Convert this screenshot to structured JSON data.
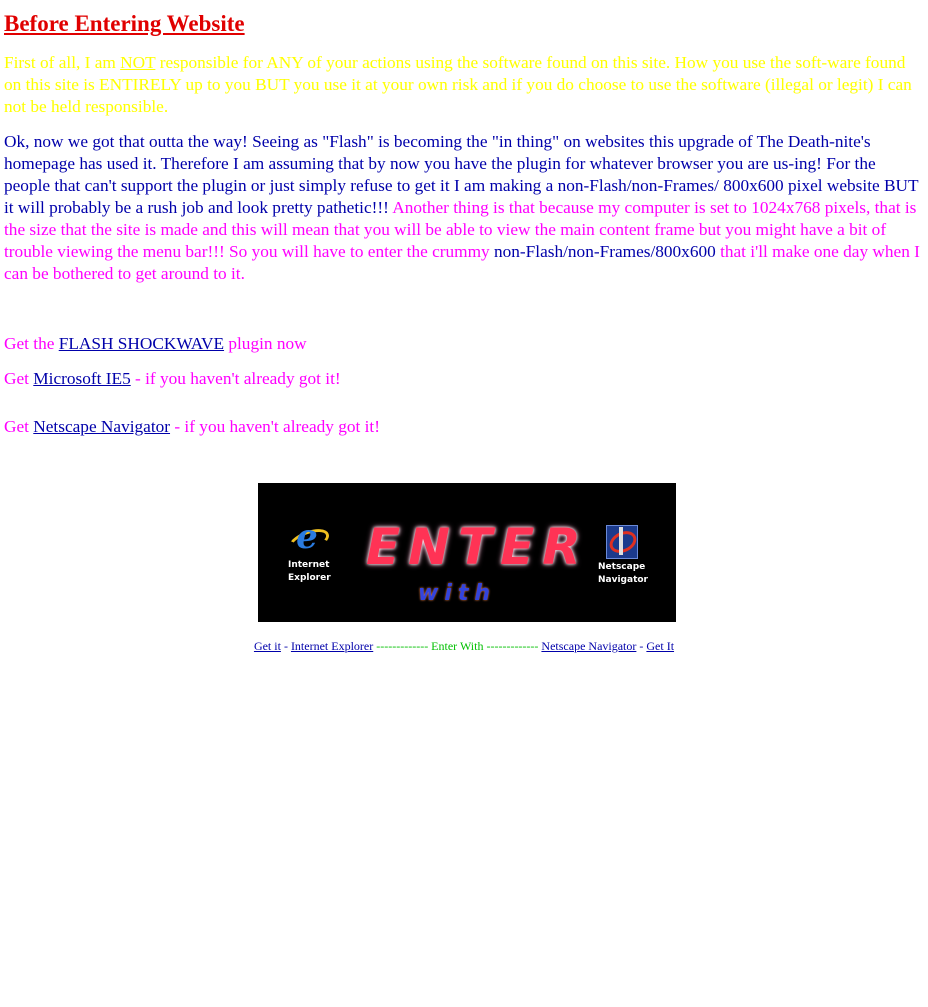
{
  "page": {
    "title": "Before Entering Website",
    "disclaimer": {
      "before_not": "First of all, I am ",
      "not_word": "NOT",
      "after_not": " responsible for ANY of your actions using the software found on this site. How you use the soft-ware found on this site is ENTIRELY up to you BUT you use it at your own risk and if you do choose to use the software (illegal or legit) I can not be held responsible."
    },
    "intro": {
      "blue_part_1": "Ok, now we got that outta the way! Seeing as \"Flash\" is becoming the \"in thing\" on websites this upgrade of The Death-nite's homepage has used it. Therefore I am assuming that by now you have the plugin for whatever browser you are us-ing! For the people that can't support the plugin or just simply refuse to get it I am making a non-Flash/non-Frames/ 800x600 pixel website BUT it will probably be a rush job and look pretty pathetic!!! ",
      "magenta_part": "Another thing is that because my computer is set to 1024x768 pixels, that is the size that the site is made and this will mean that you will be able to view the main content frame but you might have a bit of trouble viewing the menu bar!!! So you will have to enter the crummy ",
      "blue_part_2": "non-Flash/non-Frames/800x600",
      "magenta_tail": " that i'll make one day when I can be bothered to get around to it."
    },
    "downloads": {
      "flash": {
        "prefix": "Get the ",
        "link": "FLASH SHOCKWAVE",
        "suffix": " plugin now"
      },
      "ie": {
        "prefix": "Get ",
        "link": "Microsoft IE5",
        "suffix": " - if you haven't already got it!"
      },
      "netscape": {
        "prefix": "Get ",
        "link": "Netscape Navigator",
        "suffix": " - if you haven't already got it!"
      }
    },
    "banner": {
      "enter": "ENTER",
      "with": "with",
      "ie_label_1": "Internet",
      "ie_label_2": "Explorer",
      "ns_label_1": "Netscape",
      "ns_label_2": "Navigator"
    },
    "bottom_nav": {
      "get_it_left": "Get it",
      "dash_1": " - ",
      "ie_link": "Internet Explorer",
      "enter_with": " ------------- Enter With ------------- ",
      "ns_link": "Netscape Navigator",
      "dash_2": " - ",
      "get_it_right": "Get It"
    }
  },
  "colors": {
    "title": "#e00000",
    "disclaimer": "#ffff00",
    "body_blue": "#0000aa",
    "body_magenta": "#ff00ff",
    "enter_with_green": "#00c000",
    "banner_bg": "#000000"
  }
}
